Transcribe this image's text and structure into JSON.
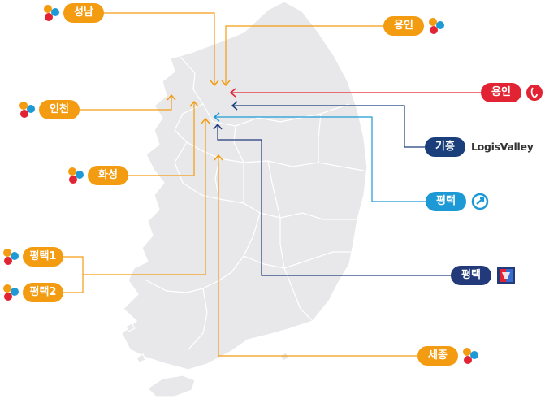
{
  "labels": {
    "seongnam": "성남",
    "yongin_cj": "용인",
    "incheon": "인천",
    "hwaseong": "화성",
    "pyeongtaek1": "평택1",
    "pyeongtaek2": "평택2",
    "yongin_lotte": "용인",
    "giheung": "기흥",
    "pyeongtaek_blue": "평택",
    "pyeongtaek_navy": "평택",
    "sejong": "세종"
  },
  "brands": {
    "logisvalley": "LogisValley"
  },
  "colors": {
    "map_fill": "#e8e8ea",
    "map_border": "#ffffff",
    "orange": "#f39c12",
    "red": "#e12333",
    "navy": "#1a3f7a",
    "sky": "#1d9ad6",
    "navy2": "#223a7a"
  },
  "icons": [
    "cj-logo-icon",
    "lotte-logo-icon",
    "logisvalley-logo-icon",
    "circle-arrow-logo-icon",
    "shield-logo-icon"
  ]
}
